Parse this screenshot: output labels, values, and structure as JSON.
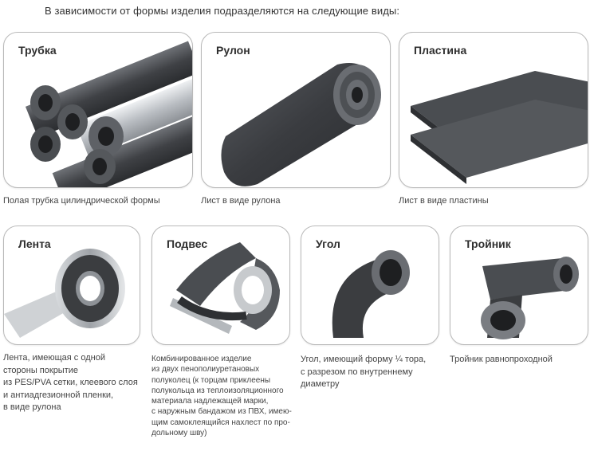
{
  "header": {
    "text": "В зависимости от формы изделия подразделяются на следующие виды:"
  },
  "products": [
    {
      "title": "Трубка",
      "caption": "Полая трубка цилиндрической формы",
      "icon": "insulation-tubes-icon"
    },
    {
      "title": "Рулон",
      "caption": "Лист в виде рулона",
      "icon": "insulation-roll-icon"
    },
    {
      "title": "Пластина",
      "caption": "Лист в виде пластины",
      "icon": "insulation-sheets-icon"
    },
    {
      "title": "Лента",
      "caption": "Лента, имеющая с одной\nстороны покрытие\nиз PES/PVA сетки, клеевого слоя\nи антиадгезионной пленки,\nв виде рулона",
      "icon": "tape-roll-icon"
    },
    {
      "title": "Подвес",
      "caption": "Комбинированное изделие\nиз двух пенополиуретановых\nполуколец (к торцам приклеены\nполукольца из теплоизоляционного\nматериала надлежащей марки,\nс наружным бандажом из ПВХ, имею-\nщим самоклеящийся нахлест по про-\nдольному шву)",
      "icon": "pipe-hanger-icon"
    },
    {
      "title": "Угол",
      "caption": "Угол, имеющий форму ¼ тора,\nс разрезом по внутреннему\nдиаметру",
      "icon": "elbow-icon"
    },
    {
      "title": "Тройник",
      "caption": "Тройник равнопроходной",
      "icon": "tee-icon"
    }
  ],
  "colors": {
    "foam_dark": "#3b3d40",
    "foam_mid": "#55585c",
    "foam_light": "#7a7d82",
    "foil": "#c8ccd0",
    "card_border": "#b9b9b9"
  }
}
